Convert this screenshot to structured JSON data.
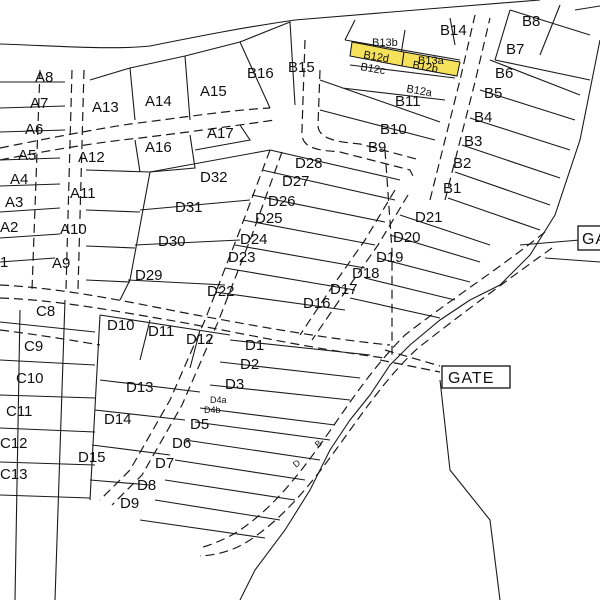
{
  "plots": {
    "A8": "A8",
    "A7": "A7",
    "A6": "A6",
    "A5": "A5",
    "A4": "A4",
    "A3": "A3",
    "A2": "A2",
    "A1": "1",
    "A9": "A9",
    "A10": "A10",
    "A11": "A11",
    "A12": "A12",
    "A13": "A13",
    "A14": "A14",
    "A15": "A15",
    "A16": "A16",
    "A17": "A17",
    "B1": "B1",
    "B2": "B2",
    "B3": "B3",
    "B4": "B4",
    "B5": "B5",
    "B6": "B6",
    "B7": "B7",
    "B8": "B8",
    "B9": "B9",
    "B10": "B10",
    "B11": "B11",
    "B12a": "B12a",
    "B12b": "B12b",
    "B12c": "B12c",
    "B12d": "B12d",
    "B13a": "B13a",
    "B13b": "B13b",
    "B14": "B14",
    "B15": "B15",
    "B16": "B16",
    "C8": "C8",
    "C9": "C9",
    "C10": "C10",
    "C11": "C11",
    "C12": "C12",
    "C13": "C13",
    "D1": "D1",
    "D2": "D2",
    "D3": "D3",
    "D4a": "D4a",
    "D4b": "D4b",
    "D5": "D5",
    "D6": "D6",
    "D7": "D7",
    "D8": "D8",
    "D9": "D9",
    "D10": "D10",
    "D11": "D11",
    "D12": "D12",
    "D13": "D13",
    "D14": "D14",
    "D15": "D15",
    "D16": "D16",
    "D17": "D17",
    "D18": "D18",
    "D19": "D19",
    "D20": "D20",
    "D21": "D21",
    "D22": "D22",
    "D23": "D23",
    "D24": "D24",
    "D25": "D25",
    "D26": "D26",
    "D27": "D27",
    "D28": "D28",
    "D29": "D29",
    "D30": "D30",
    "D31": "D31",
    "D32": "D32"
  },
  "gates": {
    "right": "GATE",
    "edge": "GA"
  },
  "highlight_color": "#f5e15a",
  "highlighted_plots": [
    "B12d",
    "B12b"
  ]
}
